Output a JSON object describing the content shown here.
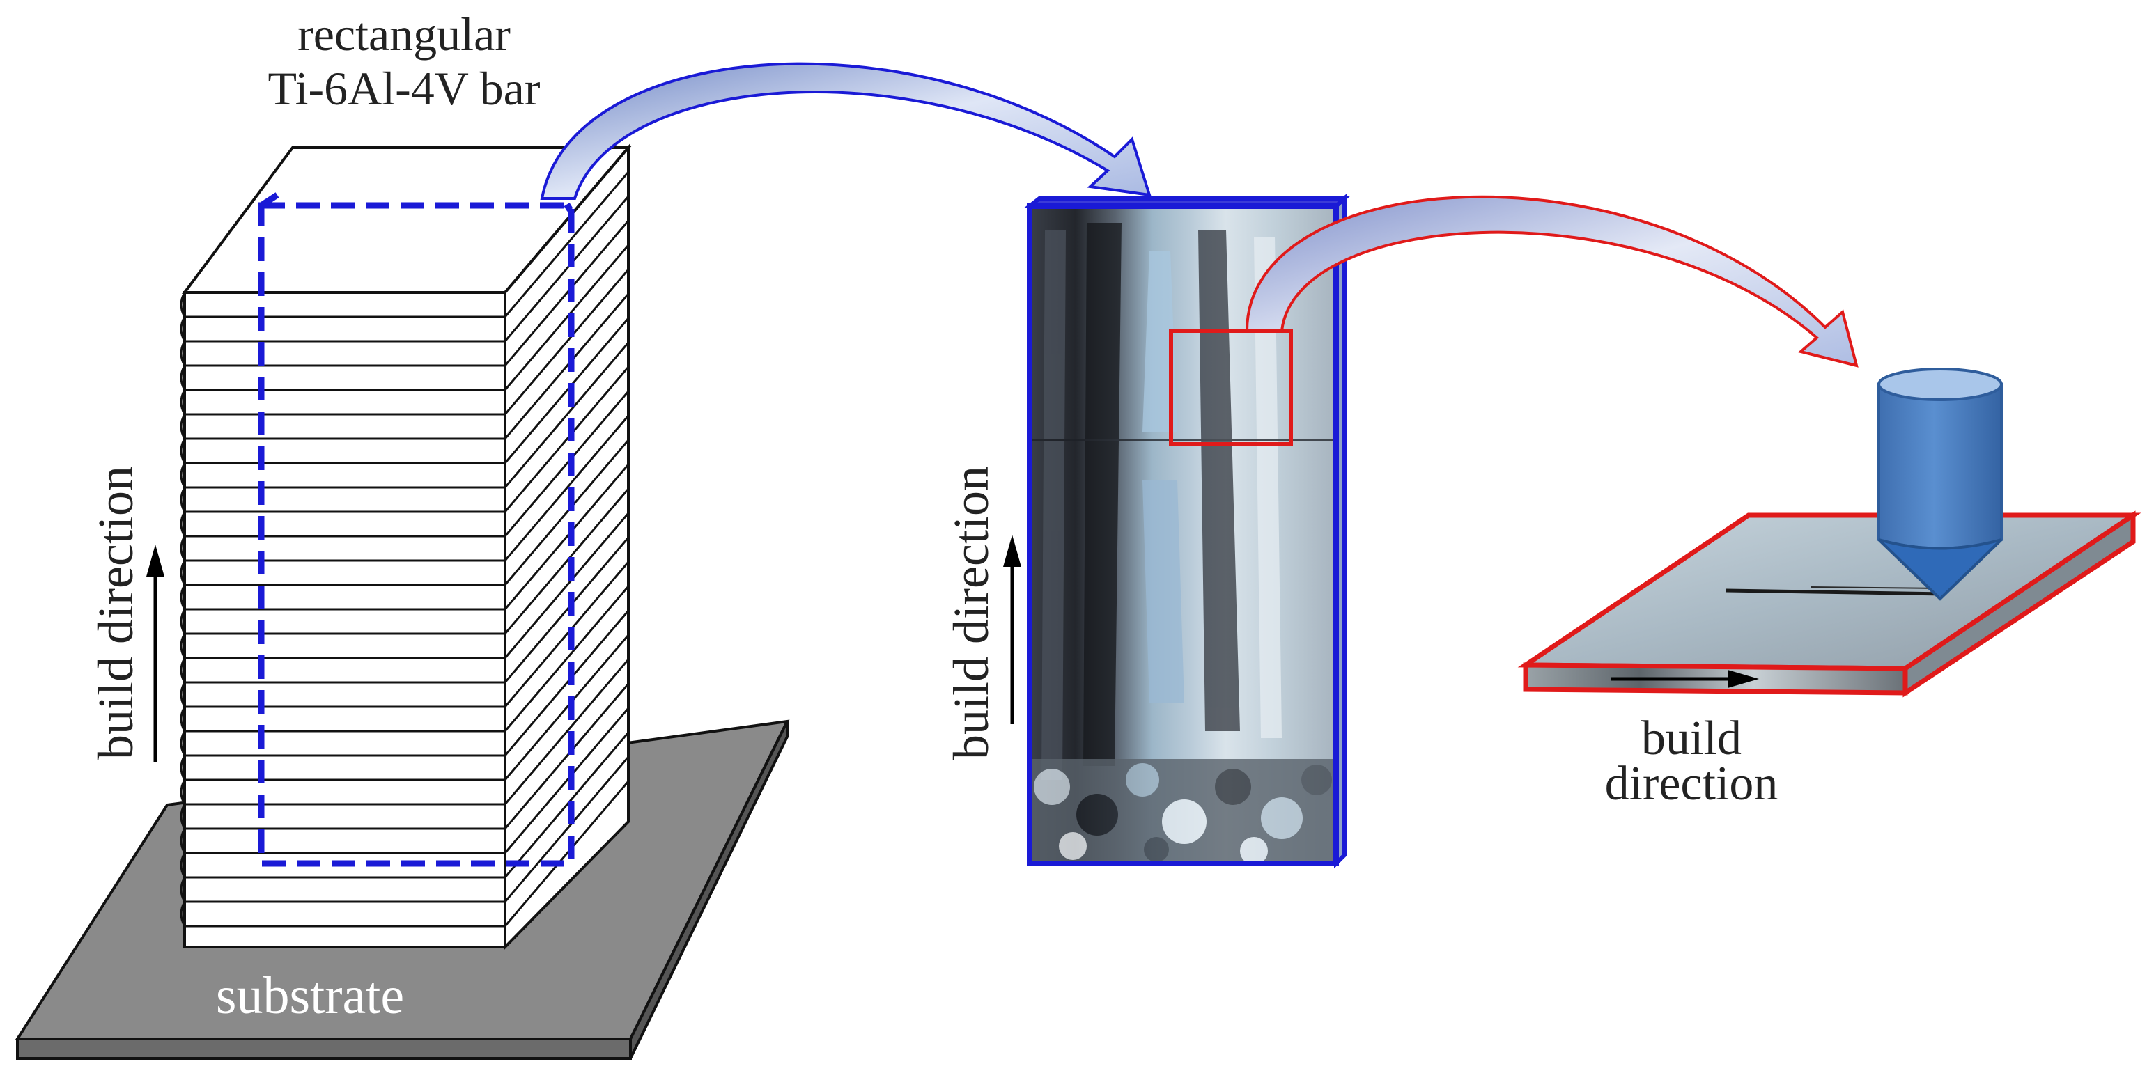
{
  "labels": {
    "bar_title_line1": "rectangular",
    "bar_title_line2": "Ti-6Al-4V bar",
    "substrate": "substrate",
    "build_direction_left": "build direction",
    "build_direction_middle": "build direction",
    "build_direction_right_line1": "build",
    "build_direction_right_line2": "direction"
  },
  "colors": {
    "section_outline": "#1a1ad6",
    "inset_outline": "#e01a1a",
    "substrate_top": "#8a8a8a",
    "substrate_side": "#555555",
    "indenter": "#4a7fc2",
    "arrow_fill": "#c4d0ea"
  },
  "icons": {
    "build_arrow": "arrow-up",
    "transfer_arrow": "curved-arrow",
    "indenter": "conical-indenter"
  }
}
